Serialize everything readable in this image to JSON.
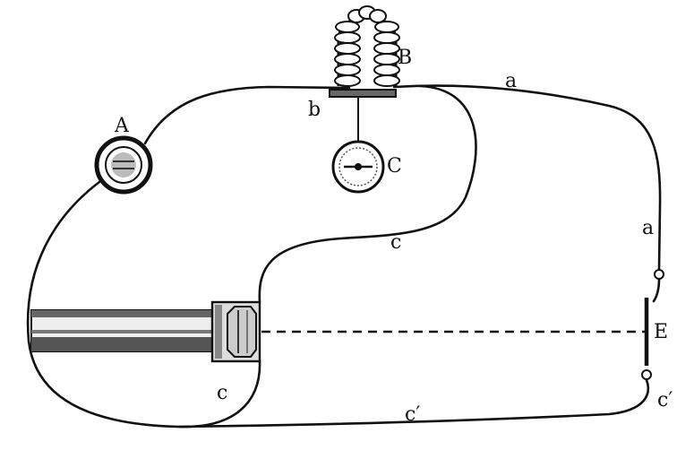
{
  "labels": {
    "A": "A",
    "B": "B",
    "a_top": "a",
    "b": "b",
    "C": "C",
    "a_right": "a",
    "c_mid": "c",
    "E": "E",
    "c_bottom": "c",
    "c_prime_mid": "c′",
    "c_prime_right": "c′"
  }
}
